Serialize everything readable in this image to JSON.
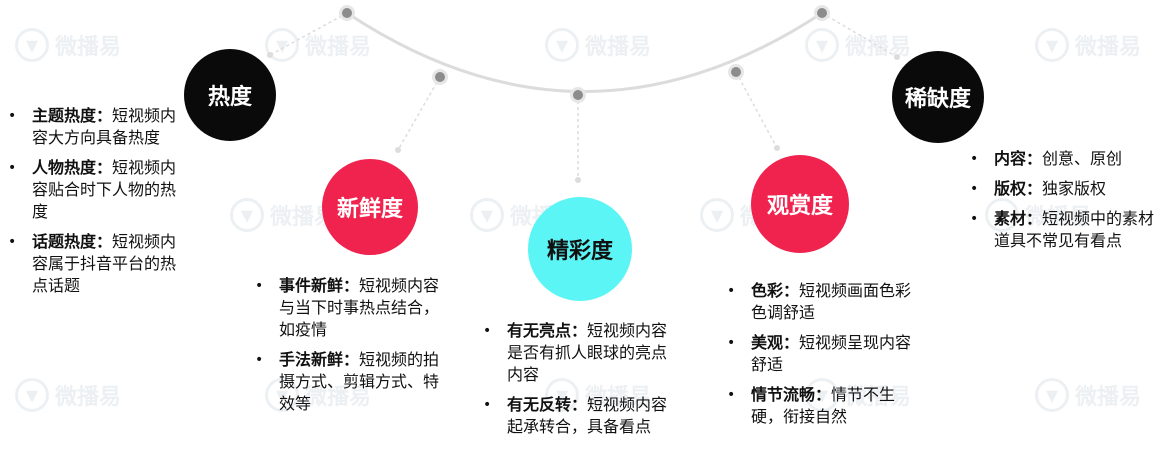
{
  "colors": {
    "dark": "#0a0a0a",
    "accent": "#f0234f",
    "cyan": "#5cf5f5",
    "line": "#dcdcdc",
    "dot": "#8c8c8c"
  },
  "watermark": {
    "text": "微播易",
    "icon": "v-logo-icon"
  },
  "categories": [
    {
      "id": "hot",
      "title": "热度",
      "color": "#0a0a0a",
      "text_color": "#ffffff",
      "items": [
        {
          "key": "主题热度：",
          "text": "短视频内容大方向具备热度"
        },
        {
          "key": "人物热度：",
          "text": "短视频内容贴合时下人物的热度"
        },
        {
          "key": "话题热度：",
          "text": "短视频内容属于抖音平台的热点话题"
        }
      ]
    },
    {
      "id": "fresh",
      "title": "新鲜度",
      "color": "#f0234f",
      "text_color": "#ffffff",
      "items": [
        {
          "key": "事件新鲜：",
          "text": "短视频内容与当下时事热点结合，如疫情"
        },
        {
          "key": "手法新鲜：",
          "text": "短视频的拍摄方式、剪辑方式、特效等"
        }
      ]
    },
    {
      "id": "wonder",
      "title": "精彩度",
      "color": "#5cf5f5",
      "text_color": "#111111",
      "items": [
        {
          "key": "有无亮点：",
          "text": "短视频内容是否有抓人眼球的亮点内容"
        },
        {
          "key": "有无反转：",
          "text": "短视频内容起承转合，具备看点"
        }
      ]
    },
    {
      "id": "view",
      "title": "观赏度",
      "color": "#f0234f",
      "text_color": "#ffffff",
      "items": [
        {
          "key": "色彩：",
          "text": "短视频画面色彩色调舒适"
        },
        {
          "key": "美观：",
          "text": "短视频呈现内容舒适"
        },
        {
          "key": "情节流畅：",
          "text": "情节不生硬，衔接自然"
        }
      ]
    },
    {
      "id": "rare",
      "title": "稀缺度",
      "color": "#0a0a0a",
      "text_color": "#ffffff",
      "items": [
        {
          "key": "内容：",
          "text": "创意、原创"
        },
        {
          "key": "版权：",
          "text": "独家版权"
        },
        {
          "key": "素材：",
          "text": "短视频中的素材道具不常见有看点"
        }
      ]
    }
  ]
}
